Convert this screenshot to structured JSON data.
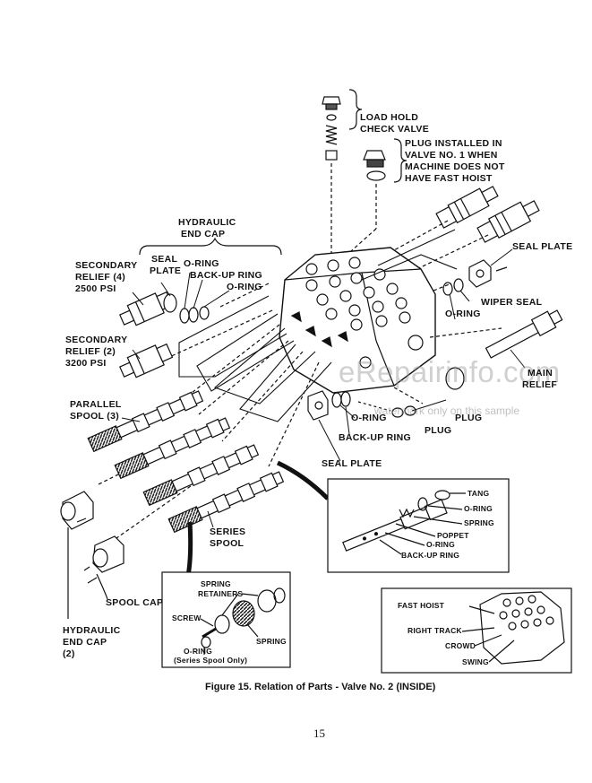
{
  "labels": {
    "load_hold_check_valve": [
      "LOAD HOLD",
      "CHECK VALVE"
    ],
    "plug_installed": [
      "PLUG INSTALLED IN",
      "VALVE NO. 1 WHEN",
      "MACHINE DOES NOT",
      "HAVE FAST HOIST"
    ],
    "hydraulic_end_cap_top": [
      "HYDRAULIC",
      "END CAP"
    ],
    "seal_plate_left": [
      "SEAL",
      "PLATE"
    ],
    "o_ring_top": "O-RING",
    "back_up_ring_top": "BACK-UP RING",
    "o_ring_top2": "O-RING",
    "secondary_relief_4": [
      "SECONDARY",
      "RELIEF (4)",
      "2500 PSI"
    ],
    "secondary_relief_2": [
      "SECONDARY",
      "RELIEF (2)",
      "3200 PSI"
    ],
    "parallel_spool": [
      "PARALLEL",
      "SPOOL (3)"
    ],
    "seal_plate_right": "SEAL PLATE",
    "wiper_seal": "WIPER SEAL",
    "o_ring_right": "O-RING",
    "main_relief": [
      "MAIN",
      "RELIEF"
    ],
    "o_ring_center": "O-RING",
    "plug_center": "PLUG",
    "plug_lower": "PLUG",
    "back_up_ring_center": "BACK-UP RING",
    "seal_plate_bottom": "SEAL PLATE",
    "series_spool": [
      "SERIES",
      "SPOOL"
    ],
    "spool_cap": "SPOOL CAP",
    "hydraulic_end_cap_bottom": [
      "HYDRAULIC",
      "END CAP",
      "(2)"
    ]
  },
  "detail_spool": {
    "tang": "TANG",
    "o_ring_1": "O-RING",
    "spring": "SPRING",
    "poppet": "POPPET",
    "o_ring_2": "O-RING",
    "back_up_ring": "BACK-UP RING"
  },
  "detail_spring": {
    "spring_retainers": [
      "SPRING",
      "RETAINERS"
    ],
    "screw": "SCREW",
    "spring": "SPRING",
    "o_ring": "O-RING",
    "series_spool_only": "(Series Spool Only)"
  },
  "detail_valve": {
    "fast_hoist": "FAST HOIST",
    "right_track": "RIGHT TRACK",
    "crowd": "CROWD",
    "swing": "SWING"
  },
  "caption": "Figure 15. Relation of Parts - Valve No. 2 (INSIDE)",
  "page_number": "15",
  "watermark": "eRepairinfo.com",
  "watermark_note": "watermark only on this sample"
}
